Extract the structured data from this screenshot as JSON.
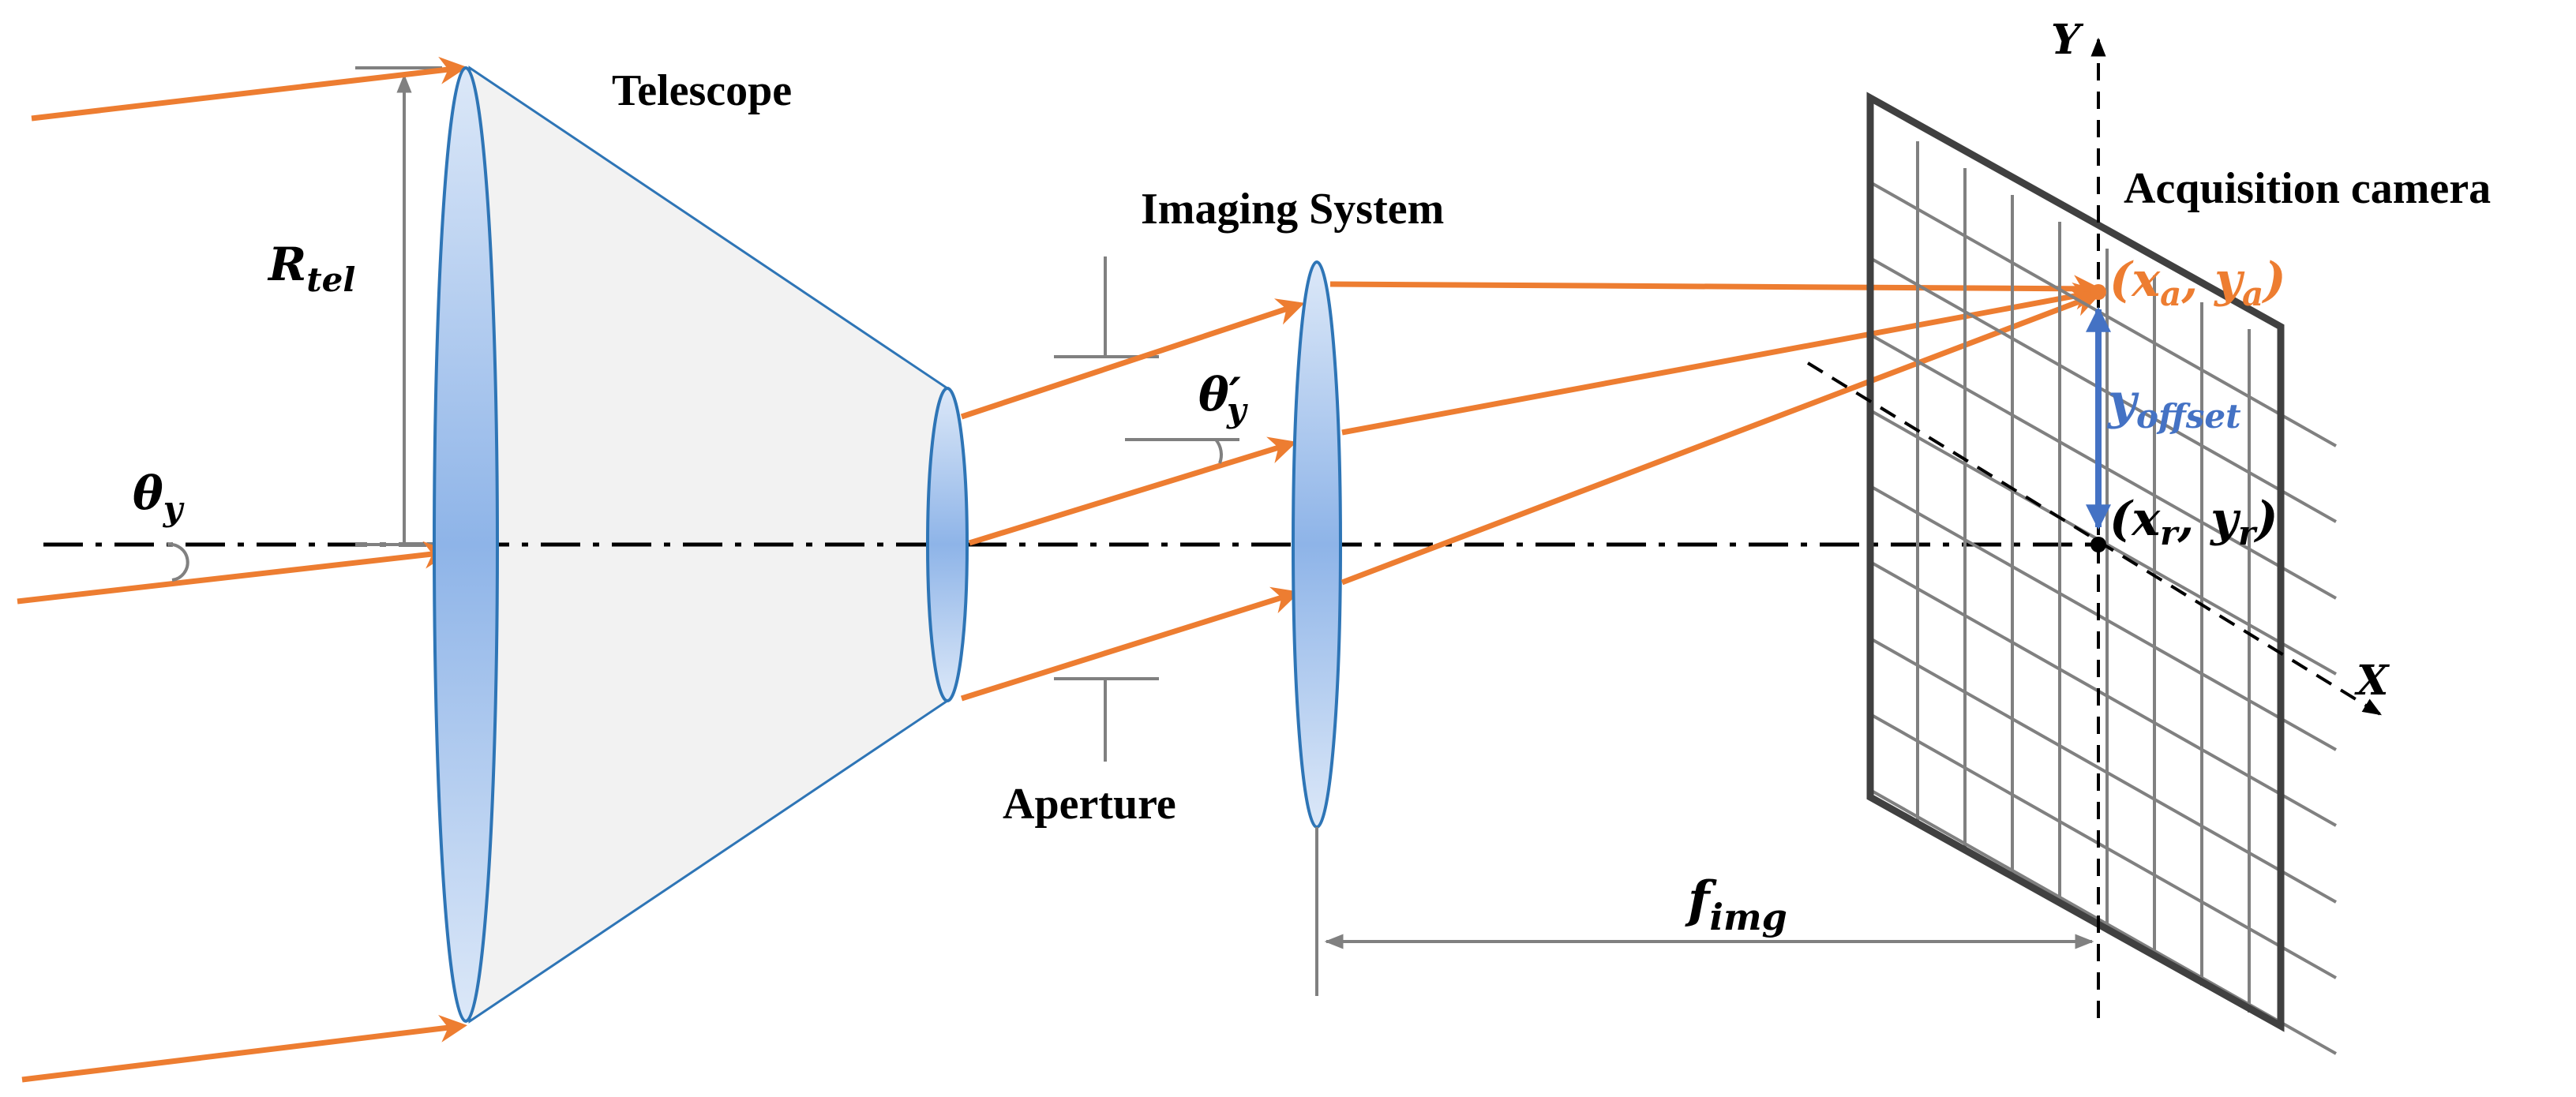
{
  "labels": {
    "telescope": "Telescope",
    "imaging_system": "Imaging System",
    "aperture": "Aperture",
    "acquisition_camera": "Acquisition camera",
    "axis_y": "Y",
    "axis_x": "X"
  },
  "math": {
    "r_tel": {
      "main": "R",
      "sub": "tel"
    },
    "theta_y": {
      "main": "θ",
      "sub": "y"
    },
    "theta_y_prime": {
      "main": "θ′",
      "sub": "y"
    },
    "f_img": {
      "main": "f",
      "sub": "img"
    },
    "y_offset": {
      "main": "y",
      "sub": "offset"
    },
    "point_a": {
      "open": "(",
      "x": "x",
      "xs": "a",
      "comma": ", ",
      "y": "y",
      "ys": "a",
      "close": ")"
    },
    "point_r": {
      "open": "(",
      "x": "x",
      "xs": "r",
      "comma": ", ",
      "y": "y",
      "ys": "r",
      "close": ")"
    }
  },
  "colors": {
    "ray": "#ED7D31",
    "lens_stroke": "#2E75B6",
    "lens_fill": "#8EB4E8",
    "offset_arrow": "#4472C4",
    "telescope_body": "#F2F2F2",
    "grid": "#808080",
    "frame": "#404040"
  }
}
